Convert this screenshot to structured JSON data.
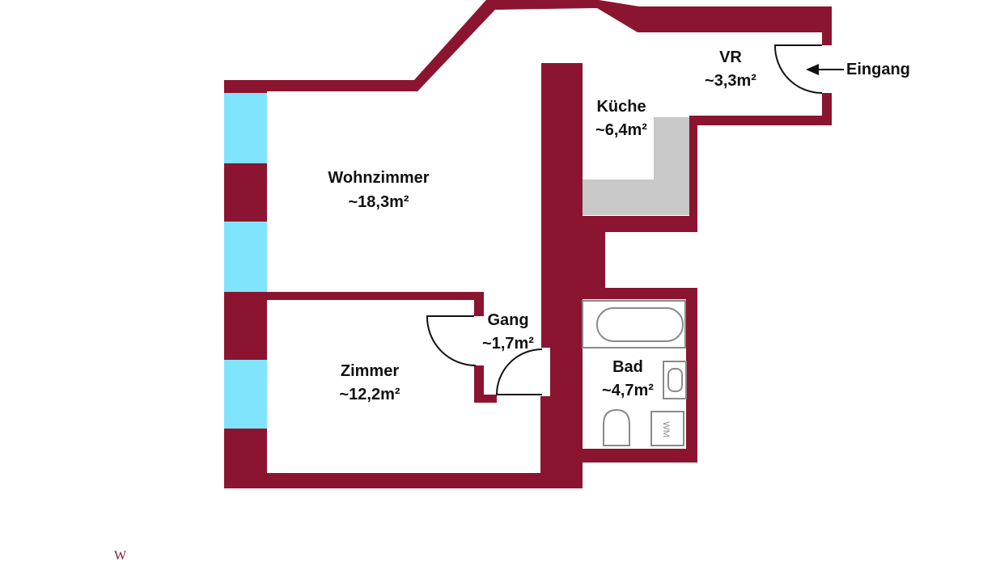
{
  "colors": {
    "wall": "#8b1530",
    "window": "#80e4fc",
    "counter": "#c8c8c8",
    "fixture_stroke": "#8a8a8a",
    "label": "#111111"
  },
  "rooms": {
    "vr": {
      "name": "VR",
      "area": "~3,3m²"
    },
    "kueche": {
      "name": "Küche",
      "area": "~6,4m²"
    },
    "wohnzimmer": {
      "name": "Wohnzimmer",
      "area": "~18,3m²"
    },
    "gang": {
      "name": "Gang",
      "area": "~1,7m²"
    },
    "zimmer": {
      "name": "Zimmer",
      "area": "~12,2m²"
    },
    "bad": {
      "name": "Bad",
      "area": "~4,7m²"
    }
  },
  "entrance": {
    "label": "Eingang"
  },
  "fixtures": {
    "wm_label": "WM"
  },
  "logo": {
    "text": "W"
  }
}
